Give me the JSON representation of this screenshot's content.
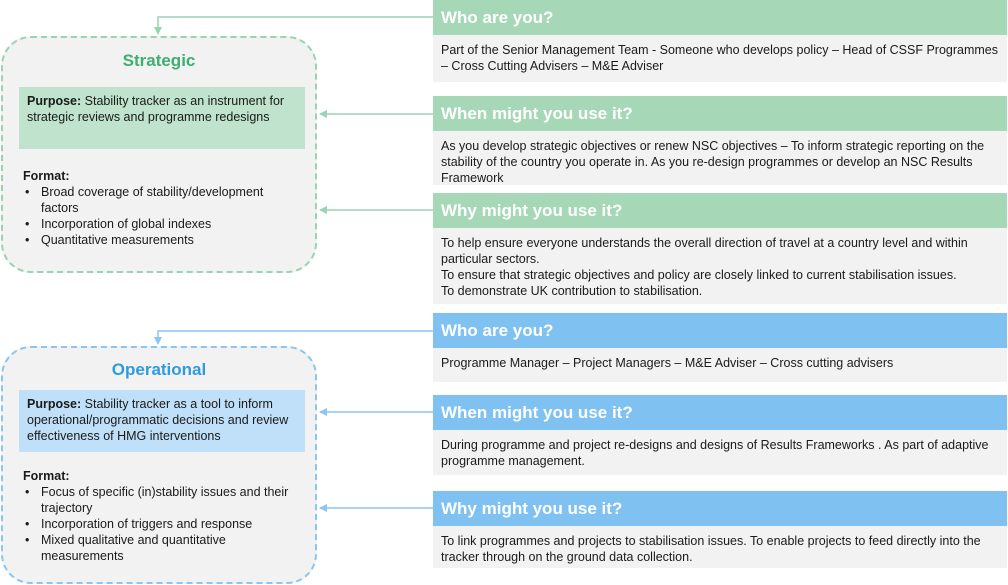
{
  "strategic": {
    "title": "Strategic",
    "purpose_label": "Purpose:",
    "purpose_text": "Stability tracker as an instrument for strategic reviews and programme redesigns",
    "format_label": "Format:",
    "format_items": [
      "Broad coverage of stability/development factors",
      "Incorporation of global indexes",
      "Quantitative measurements"
    ],
    "boxes": [
      {
        "header": "Who are you?",
        "lines": [
          "Part of the Senior Management Team - Someone who develops policy – Head of CSSF Programmes – Cross Cutting Advisers – M&E Adviser"
        ]
      },
      {
        "header": "When might you use it?",
        "lines": [
          "As you develop strategic objectives or renew NSC objectives – To inform strategic reporting on the stability of the country you operate in. As you re-design programmes or develop an NSC Results Framework"
        ]
      },
      {
        "header": "Why might you use it?",
        "lines": [
          "To help ensure everyone understands the overall direction of travel at a country level and within particular sectors.",
          "To ensure that strategic objectives and policy are closely linked to current stabilisation issues.",
          "To demonstrate UK contribution to stabilisation."
        ]
      }
    ]
  },
  "operational": {
    "title": "Operational",
    "purpose_label": "Purpose:",
    "purpose_text": "Stability tracker as a tool to inform operational/programmatic decisions and review effectiveness of HMG interventions",
    "format_label": "Format:",
    "format_items": [
      "Focus of specific (in)stability issues and their trajectory",
      "Incorporation of triggers and response",
      "Mixed qualitative and quantitative measurements"
    ],
    "boxes": [
      {
        "header": "Who are you?",
        "lines": [
          "Programme Manager – Project Managers – M&E Adviser – Cross cutting advisers"
        ]
      },
      {
        "header": "When might you use it?",
        "lines": [
          "During programme and project re-designs and designs of Results Frameworks . As part of adaptive programme management."
        ]
      },
      {
        "header": "Why might you use it?",
        "lines": [
          "To link programmes and projects to stabilisation issues.  To enable projects to feed directly into the tracker through on the ground data collection."
        ]
      }
    ]
  },
  "colors": {
    "strategic_accent": "#3fae72",
    "strategic_header": "#a6d8b8",
    "operational_accent": "#2d9be0",
    "operational_header": "#7fc2f2"
  }
}
